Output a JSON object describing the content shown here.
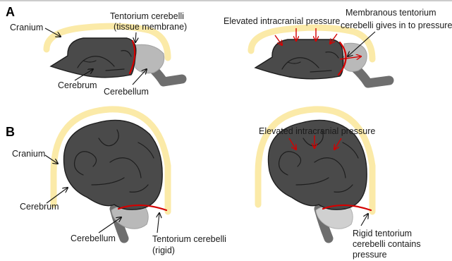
{
  "panels": {
    "a": {
      "letter": "A",
      "labels": {
        "cranium": "Cranium",
        "tentorium_line1": "Tentorium cerebelli",
        "tentorium_line2": "(tissue membrane)",
        "cerebrum": "Cerebrum",
        "cerebellum": "Cerebellum",
        "pressure": "Elevated intracranial pressure",
        "membranous_line1": "Membranous tentorium",
        "membranous_line2": "cerebelli gives in to pressure"
      }
    },
    "b": {
      "letter": "B",
      "labels": {
        "cranium": "Cranium",
        "cerebrum": "Cerebrum",
        "cerebellum": "Cerebellum",
        "tentorium_line1": "Tentorium cerebelli",
        "tentorium_line2": "(rigid)",
        "pressure": "Elevated intracranial pressure",
        "rigid_line1": "Rigid tentorium",
        "rigid_line2": "cerebelli contains",
        "rigid_line3": "pressure"
      }
    }
  },
  "colors": {
    "cranium": "#fbeaa8",
    "brain": "#4a4a4a",
    "cerebellum": "#b9b9b9",
    "brainstem": "#6e6e6e",
    "tentorium": "#d40000"
  }
}
